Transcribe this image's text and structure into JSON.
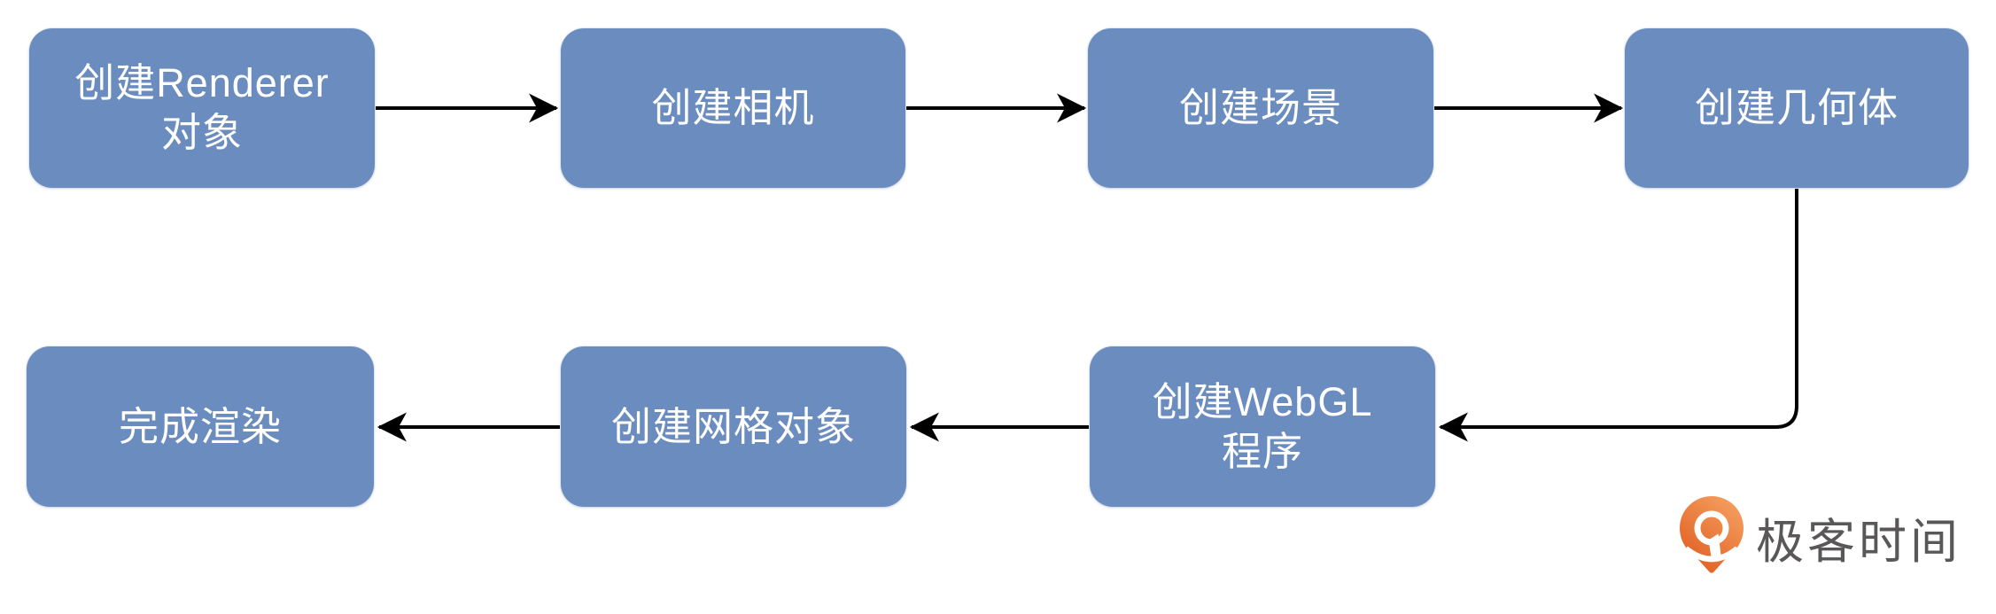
{
  "diagram": {
    "type": "flowchart",
    "nodes": [
      {
        "id": "create-renderer",
        "label": "创建Renderer\n对象"
      },
      {
        "id": "create-camera",
        "label": "创建相机"
      },
      {
        "id": "create-scene",
        "label": "创建场景"
      },
      {
        "id": "create-geometry",
        "label": "创建几何体"
      },
      {
        "id": "create-webgl-program",
        "label": "创建WebGL\n程序"
      },
      {
        "id": "create-mesh",
        "label": "创建网格对象"
      },
      {
        "id": "finish-render",
        "label": "完成渲染"
      }
    ],
    "edges": [
      {
        "from": "create-renderer",
        "to": "create-camera"
      },
      {
        "from": "create-camera",
        "to": "create-scene"
      },
      {
        "from": "create-scene",
        "to": "create-geometry"
      },
      {
        "from": "create-geometry",
        "to": "create-webgl-program"
      },
      {
        "from": "create-webgl-program",
        "to": "create-mesh"
      },
      {
        "from": "create-mesh",
        "to": "finish-render"
      }
    ],
    "colors": {
      "node_fill": "#6b8cbe",
      "node_text": "#ffffff",
      "arrow": "#000000"
    }
  },
  "logo": {
    "text": "极客时间",
    "icon": "geektime-pin-icon",
    "colors": {
      "orange_light": "#f5a162",
      "orange_dark": "#e05a1e",
      "text": "#595757"
    }
  }
}
